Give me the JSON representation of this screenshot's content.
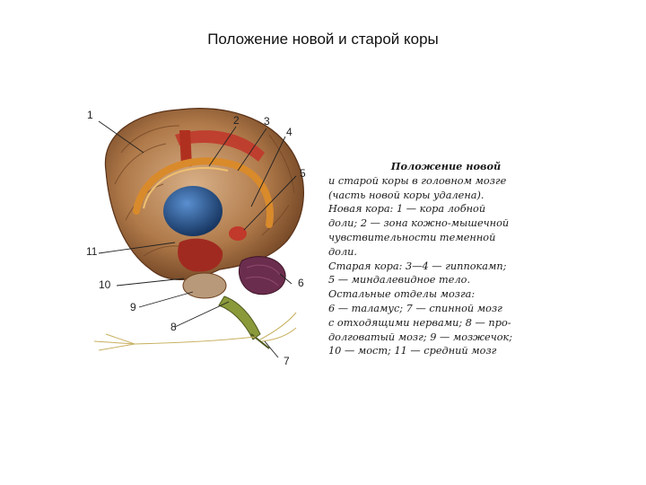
{
  "slide": {
    "title": "Положение новой и старой коры"
  },
  "labels": {
    "n1": "1",
    "n2": "2",
    "n3": "3",
    "n4": "4",
    "n5": "5",
    "n6": "6",
    "n7": "7",
    "n8": "8",
    "n9": "9",
    "n10": "10",
    "n11": "11"
  },
  "caption": {
    "title_1": "Положение новой",
    "title_2": "и старой коры в головном мозге",
    "title_3": "(часть новой коры удалена).",
    "l1": "Новая кора: 1 — кора лобной",
    "l2": "доли; 2 — зона кожно-мышечной",
    "l3": "чувствительности теменной",
    "l4": "доли.",
    "l5": "Старая кора: 3—4 — гиппокамп;",
    "l6": "5 — миндалевидное тело.",
    "l7": "Остальные отделы мозга:",
    "l8": "6 — таламус; 7 — спинной мозг",
    "l9": "с отходящими нервами; 8 — про-",
    "l10": "долговатый мозг; 9 — мозжечок;",
    "l11": "10 — мост; 11 — средний мозг"
  },
  "colors": {
    "cortex": "#b07a4a",
    "cortex_dark": "#7a4a2a",
    "red_band": "#c0392b",
    "hippocampus": "#d98a2b",
    "blue": "#1e4f8a",
    "purple": "#6b2d4d",
    "stem": "#8a9a3a"
  }
}
